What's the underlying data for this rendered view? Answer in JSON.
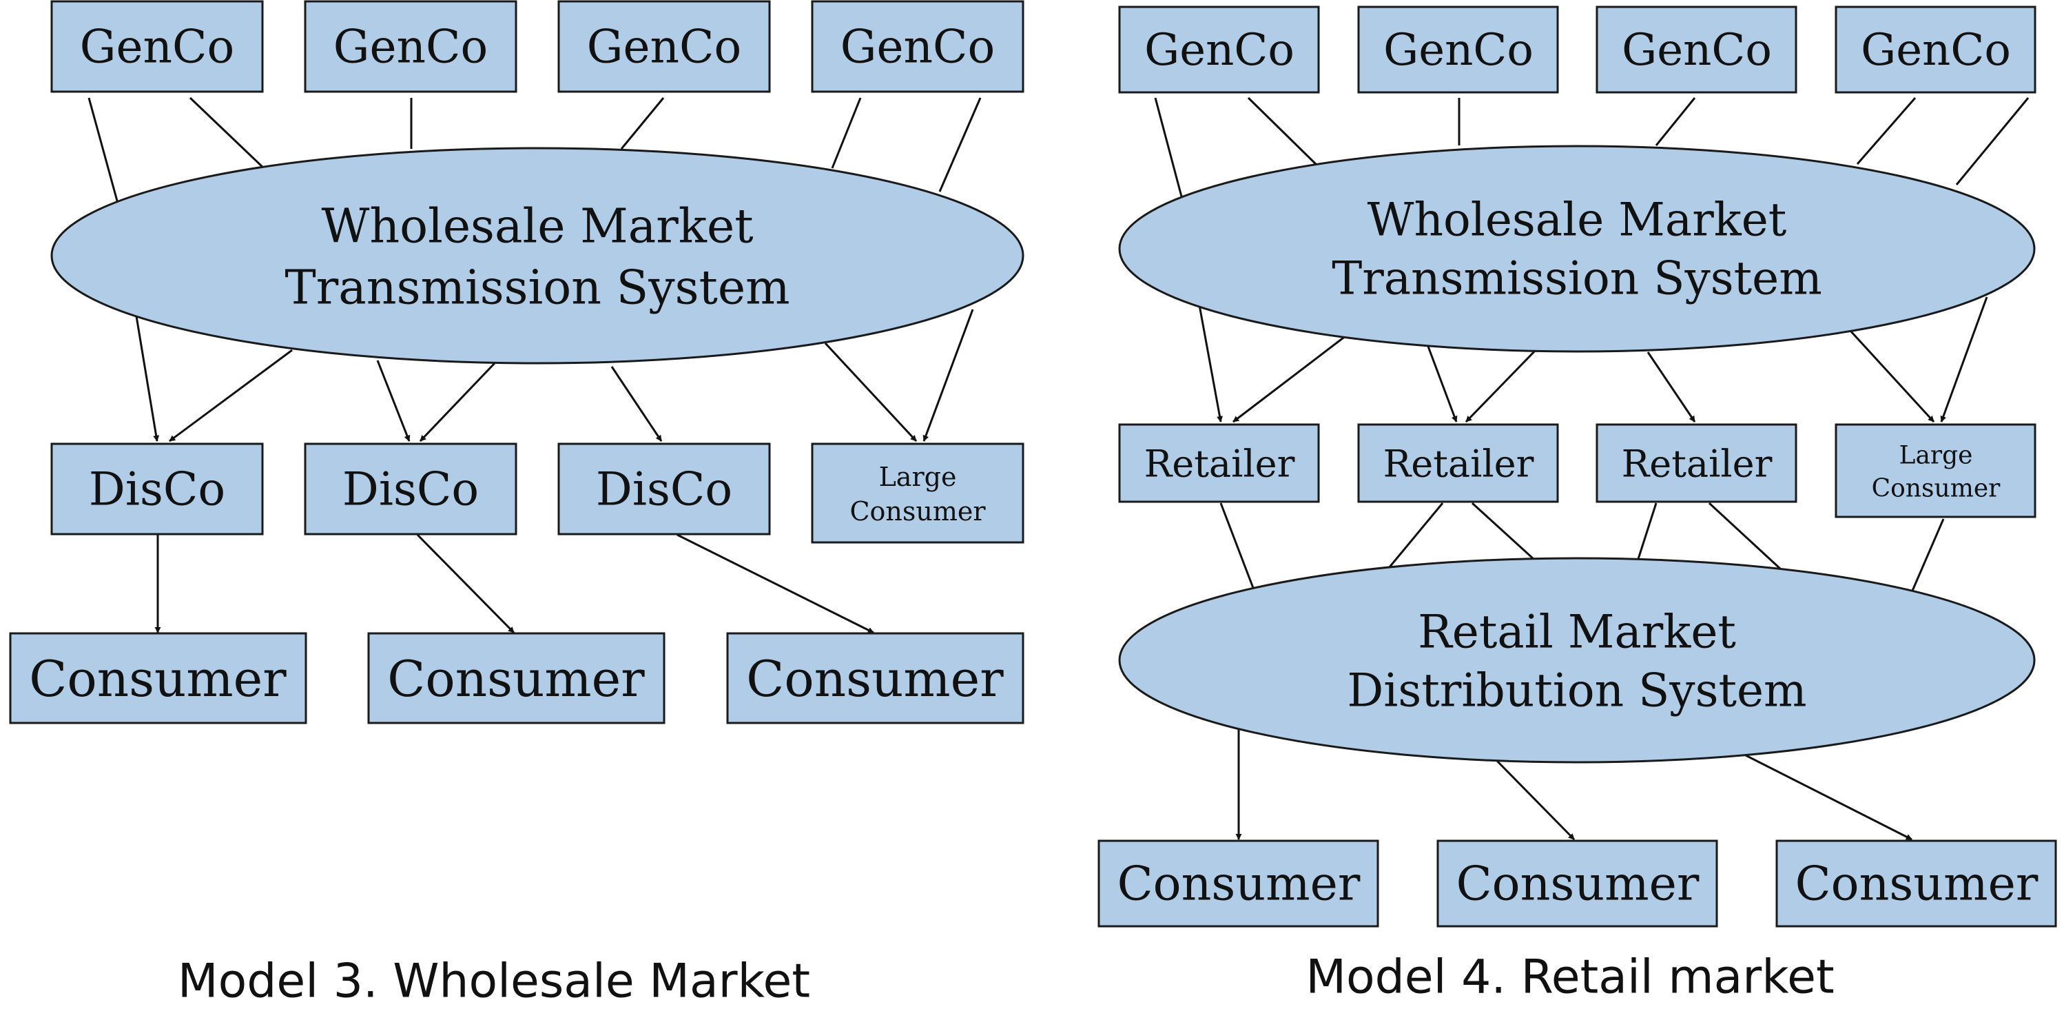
{
  "model3": {
    "caption": "Model 3. Wholesale Market",
    "gencos": [
      "GenCo",
      "GenCo",
      "GenCo",
      "GenCo"
    ],
    "ellipse": {
      "line1": "Wholesale Market",
      "line2": "Transmission System"
    },
    "discos": [
      "DisCo",
      "DisCo",
      "DisCo"
    ],
    "large_consumer": {
      "line1": "Large",
      "line2": "Consumer"
    },
    "consumers": [
      "Consumer",
      "Consumer",
      "Consumer"
    ]
  },
  "model4": {
    "caption": "Model 4. Retail market",
    "gencos": [
      "GenCo",
      "GenCo",
      "GenCo",
      "GenCo"
    ],
    "wholesale_ellipse": {
      "line1": "Wholesale Market",
      "line2": "Transmission System"
    },
    "retailers": [
      "Retailer",
      "Retailer",
      "Retailer"
    ],
    "large_consumer": {
      "line1": "Large",
      "line2": "Consumer"
    },
    "retail_ellipse": {
      "line1": "Retail Market",
      "line2": "Distribution System"
    },
    "consumers": [
      "Consumer",
      "Consumer",
      "Consumer"
    ]
  },
  "colors": {
    "node_fill": "#b1cce6",
    "stroke": "#1a1a1a"
  }
}
